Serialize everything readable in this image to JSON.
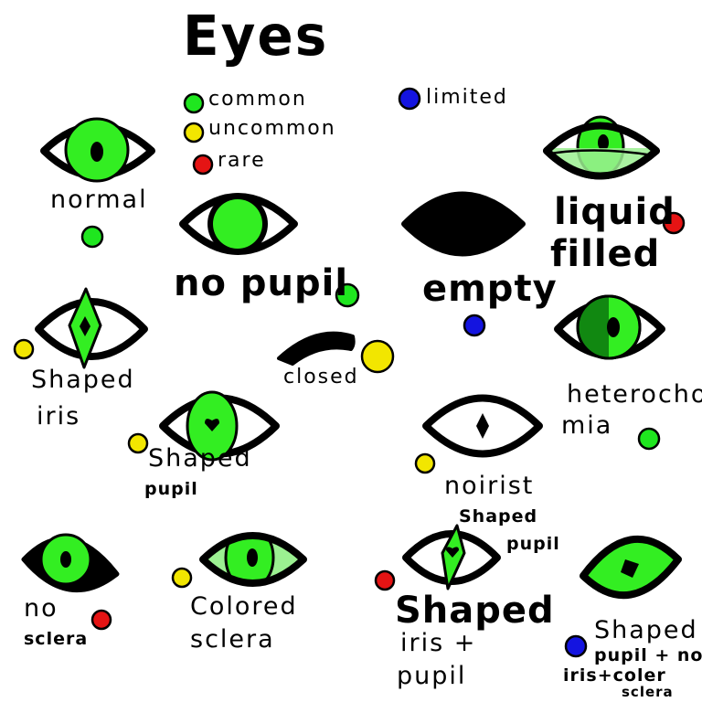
{
  "title": "Eyes",
  "colors": {
    "green": "#1FE61F",
    "yellow": "#F2E600",
    "red": "#E51414",
    "blue": "#1414E0",
    "iris_green": "#33EE22",
    "dark_green": "#118811",
    "light_green": "#9BF091"
  },
  "legend": [
    {
      "label": "common",
      "dot": "green"
    },
    {
      "label": "uncommon",
      "dot": "yellow"
    },
    {
      "label": "rare",
      "dot": "red"
    },
    {
      "label": "limited",
      "dot": "blue"
    }
  ],
  "eyes": {
    "normal": {
      "label": "normal",
      "rarity": "green"
    },
    "no_pupil": {
      "label": "no pupil",
      "rarity": "green"
    },
    "empty": {
      "label": "empty",
      "rarity": "blue"
    },
    "liquid_filled": {
      "line1": "liquid",
      "line2": "filled",
      "rarity": "red"
    },
    "shaped_iris": {
      "line1": "Shaped",
      "line2": "iris",
      "rarity": "yellow"
    },
    "closed": {
      "label": "closed",
      "rarity": "yellow"
    },
    "heterochromia": {
      "line1": "heterocho-",
      "line2": "mia",
      "rarity": "green"
    },
    "shaped_pupil": {
      "line1": "Shaped",
      "line2": "pupil",
      "rarity": "yellow"
    },
    "no_iris_shaped_pupil": {
      "line1": "noirist",
      "line2": "Shaped",
      "line3": "pupil",
      "rarity": "yellow"
    },
    "no_sclera": {
      "line1": "no",
      "line2": "sclera",
      "rarity": "red"
    },
    "colored_sclera": {
      "line1": "Colored",
      "line2": "sclera",
      "rarity": "yellow"
    },
    "shaped_iris_pupil": {
      "line1": "Shaped",
      "line2": "iris +",
      "line3": "pupil",
      "rarity": "red"
    },
    "shaped_pupil_no_iris_color_sclera": {
      "line1": "Shaped",
      "line2": "pupil + no",
      "line3": "iris+coler",
      "line4": "sclera",
      "rarity": "blue"
    }
  }
}
